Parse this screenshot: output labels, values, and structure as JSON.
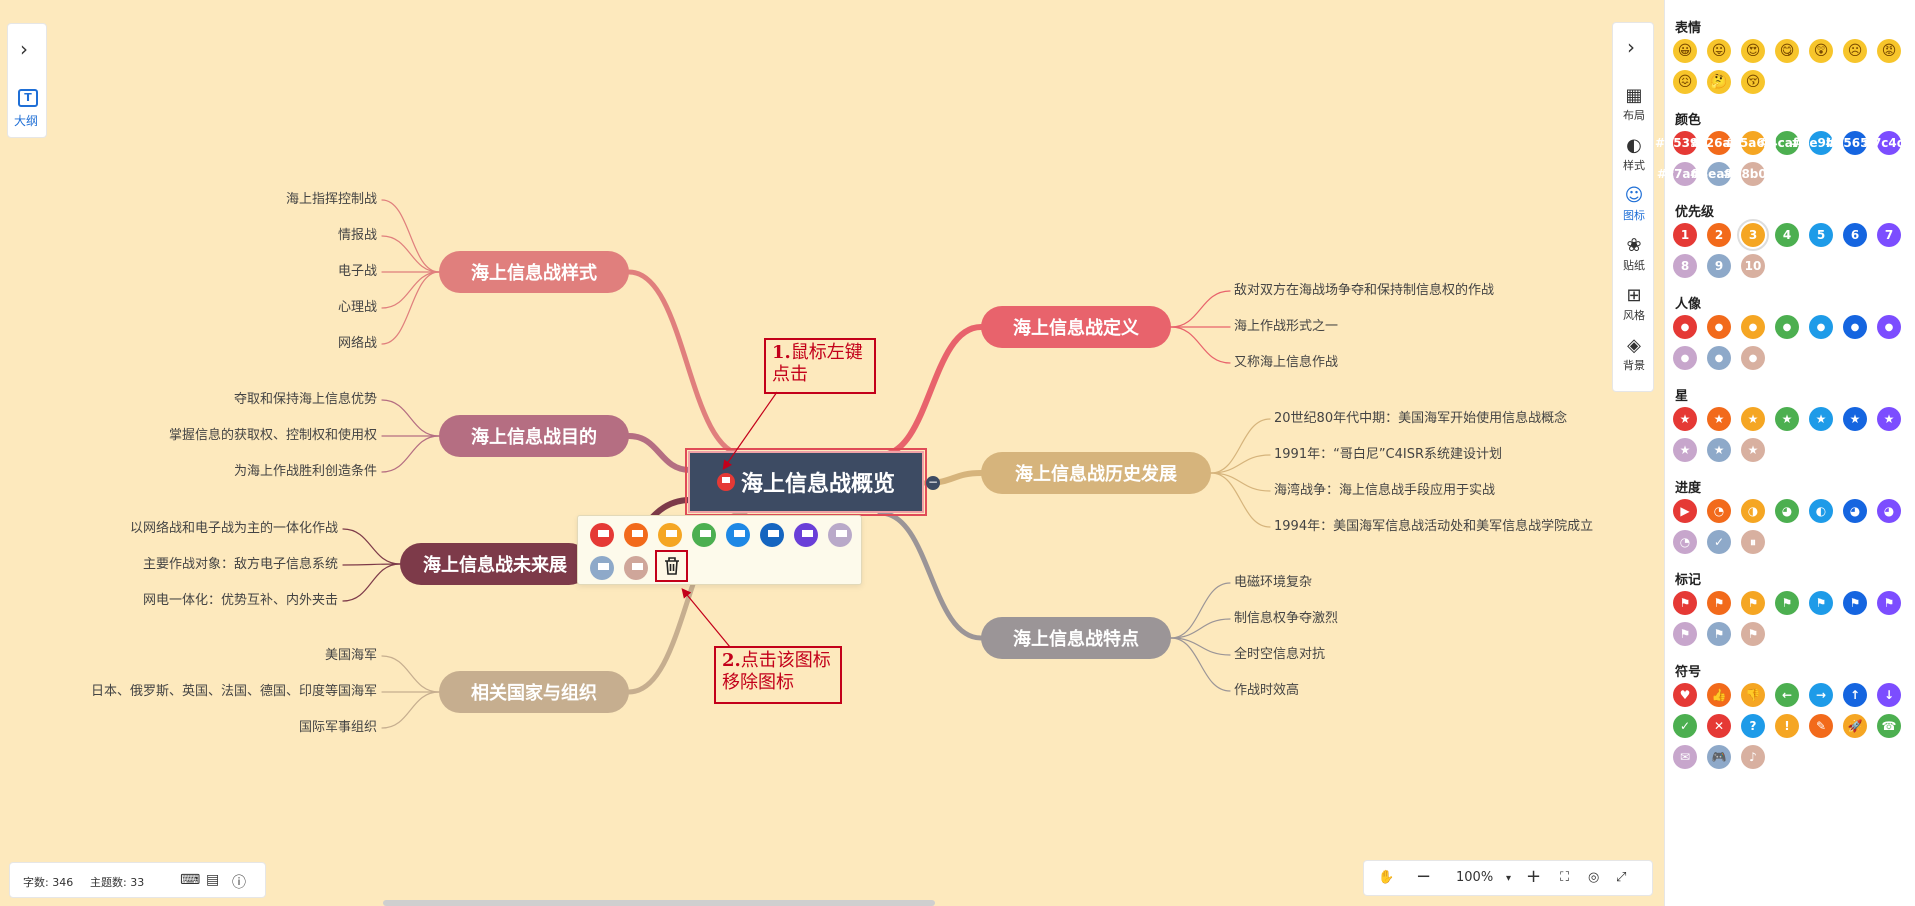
{
  "root": {
    "title": "海上信息战概览"
  },
  "branches": [
    {
      "id": "style",
      "label": "海上信息战样式",
      "color": "#e07f7d",
      "children": [
        "海上指挥控制战",
        "情报战",
        "电子战",
        "心理战",
        "网络战"
      ]
    },
    {
      "id": "goal",
      "label": "海上信息战目的",
      "color": "#b56e82",
      "children": [
        "夺取和保持海上信息优势",
        "掌握信息的获取权、控制权和使用权",
        "为海上作战胜利创造条件"
      ]
    },
    {
      "id": "future",
      "label": "海上信息战未来展",
      "color": "#7d3a49",
      "children": [
        "以网络战和电子战为主的一体化作战",
        "主要作战对象：敌方电子信息系统",
        "网电一体化：优势互补、内外夹击"
      ]
    },
    {
      "id": "countries",
      "label": "相关国家与组织",
      "color": "#c6ae8f",
      "children": [
        "美国海军",
        "日本、俄罗斯、英国、法国、德国、印度等国海军",
        "国际军事组织"
      ]
    },
    {
      "id": "definition",
      "label": "海上信息战定义",
      "color": "#e8636c",
      "children": [
        "敌对双方在海战场争夺和保持制信息权的作战",
        "海上作战形式之一",
        "又称海上信息作战"
      ]
    },
    {
      "id": "history",
      "label": "海上信息战历史发展",
      "color": "#d6b47c",
      "children": [
        "20世纪80年代中期：美国海军开始使用信息战概念",
        "1991年：“哥白尼”C4ISR系统建设计划",
        "海湾战争：海上信息战手段应用于实战",
        "1994年：美国海军信息战活动处和美军信息战学院成立"
      ]
    },
    {
      "id": "features",
      "label": "海上信息战特点",
      "color": "#9b9597",
      "children": [
        "电磁环境复杂",
        "制信息权争夺激烈",
        "全时空信息对抗",
        "作战时效高"
      ]
    }
  ],
  "annotations": {
    "step1_num": "1.",
    "step1_text": "鼠标左键",
    "step1_text2": "点击",
    "step2_num": "2.",
    "step2_text": "点击该图标",
    "step2_text2": "移除图标"
  },
  "popup_flags": [
    "#e53935",
    "#f26a1b",
    "#f5a623",
    "#4caf50",
    "#1e88e5",
    "#1565c0",
    "#6a3fd8",
    "#b9a9c9",
    "#8ea9c9",
    "#cfa69a"
  ],
  "left_panel": {
    "label": "大纲",
    "icon": "outline-icon"
  },
  "toolbar": [
    {
      "label": "布局",
      "icon": "layout-icon",
      "glyph": "▦"
    },
    {
      "label": "样式",
      "icon": "palette-icon",
      "glyph": "◐"
    },
    {
      "label": "图标",
      "icon": "smile-icon",
      "glyph": "☺",
      "active": true
    },
    {
      "label": "贴纸",
      "icon": "sticker-icon",
      "glyph": "❀"
    },
    {
      "label": "风格",
      "icon": "grid-icon",
      "glyph": "⊞"
    },
    {
      "label": "背景",
      "icon": "layers-icon",
      "glyph": "◈"
    }
  ],
  "sidebar": {
    "sections": [
      {
        "title": "表情",
        "type": "emoji",
        "items": [
          "😀",
          "😛",
          "😍",
          "😋",
          "😲",
          "☹",
          "😡",
          "😖",
          "🤔",
          "😚"
        ]
      },
      {
        "title": "颜色",
        "type": "color",
        "items": [
          "#e53935",
          "#f26a1b",
          "#f5a623",
          "#4caf50",
          "#1e9be8",
          "#1565e0",
          "#7c4dff",
          "#c7a6cc",
          "#8ea9c9",
          "#d8b0a0"
        ]
      },
      {
        "title": "优先级",
        "type": "priority",
        "items": [
          "1",
          "2",
          "3",
          "4",
          "5",
          "6",
          "7",
          "8",
          "9",
          "10"
        ]
      },
      {
        "title": "人像",
        "type": "person",
        "items": [
          "",
          "",
          "",
          "",
          "",
          "",
          "",
          "",
          "",
          ""
        ]
      },
      {
        "title": "星",
        "type": "star",
        "items": [
          "★",
          "★",
          "★",
          "★",
          "★",
          "★",
          "★",
          "★",
          "★",
          "★"
        ]
      },
      {
        "title": "进度",
        "type": "progress",
        "items": [
          "▶",
          "◔",
          "◑",
          "◕",
          "◐",
          "◕",
          "◕",
          "◔",
          "✓",
          "⏸"
        ]
      },
      {
        "title": "标记",
        "type": "flag",
        "items": [
          "⚑",
          "⚑",
          "⚑",
          "⚑",
          "⚑",
          "⚑",
          "⚑",
          "⚑",
          "⚑",
          "⚑"
        ]
      },
      {
        "title": "符号",
        "type": "symbol",
        "items": [
          "♥",
          "👍",
          "👎",
          "←",
          "→",
          "↑",
          "↓",
          "✓",
          "✕",
          "?",
          "!",
          "✎",
          "🚀",
          "☎",
          "✉",
          "🎮",
          "♪"
        ]
      }
    ],
    "priority_colors": [
      "#e53935",
      "#f26a1b",
      "#f5a623",
      "#4caf50",
      "#1e9be8",
      "#1565e0",
      "#7c4dff",
      "#c7a6cc",
      "#8ea9c9",
      "#d8b0a0"
    ],
    "symbol_colors": [
      "#e53935",
      "#f26a1b",
      "#f5a623",
      "#4caf50",
      "#1e9be8",
      "#1565e0",
      "#7c4dff",
      "#4caf50",
      "#e53935",
      "#1e9be8",
      "#f5a623",
      "#f26a1b",
      "#f5a623",
      "#4caf50",
      "#c7a6cc",
      "#8ea9c9",
      "#d8b0a0"
    ]
  },
  "status": {
    "word_count": "字数: 346",
    "topic_count": "主题数: 33"
  },
  "zoom": {
    "level": "100%"
  }
}
